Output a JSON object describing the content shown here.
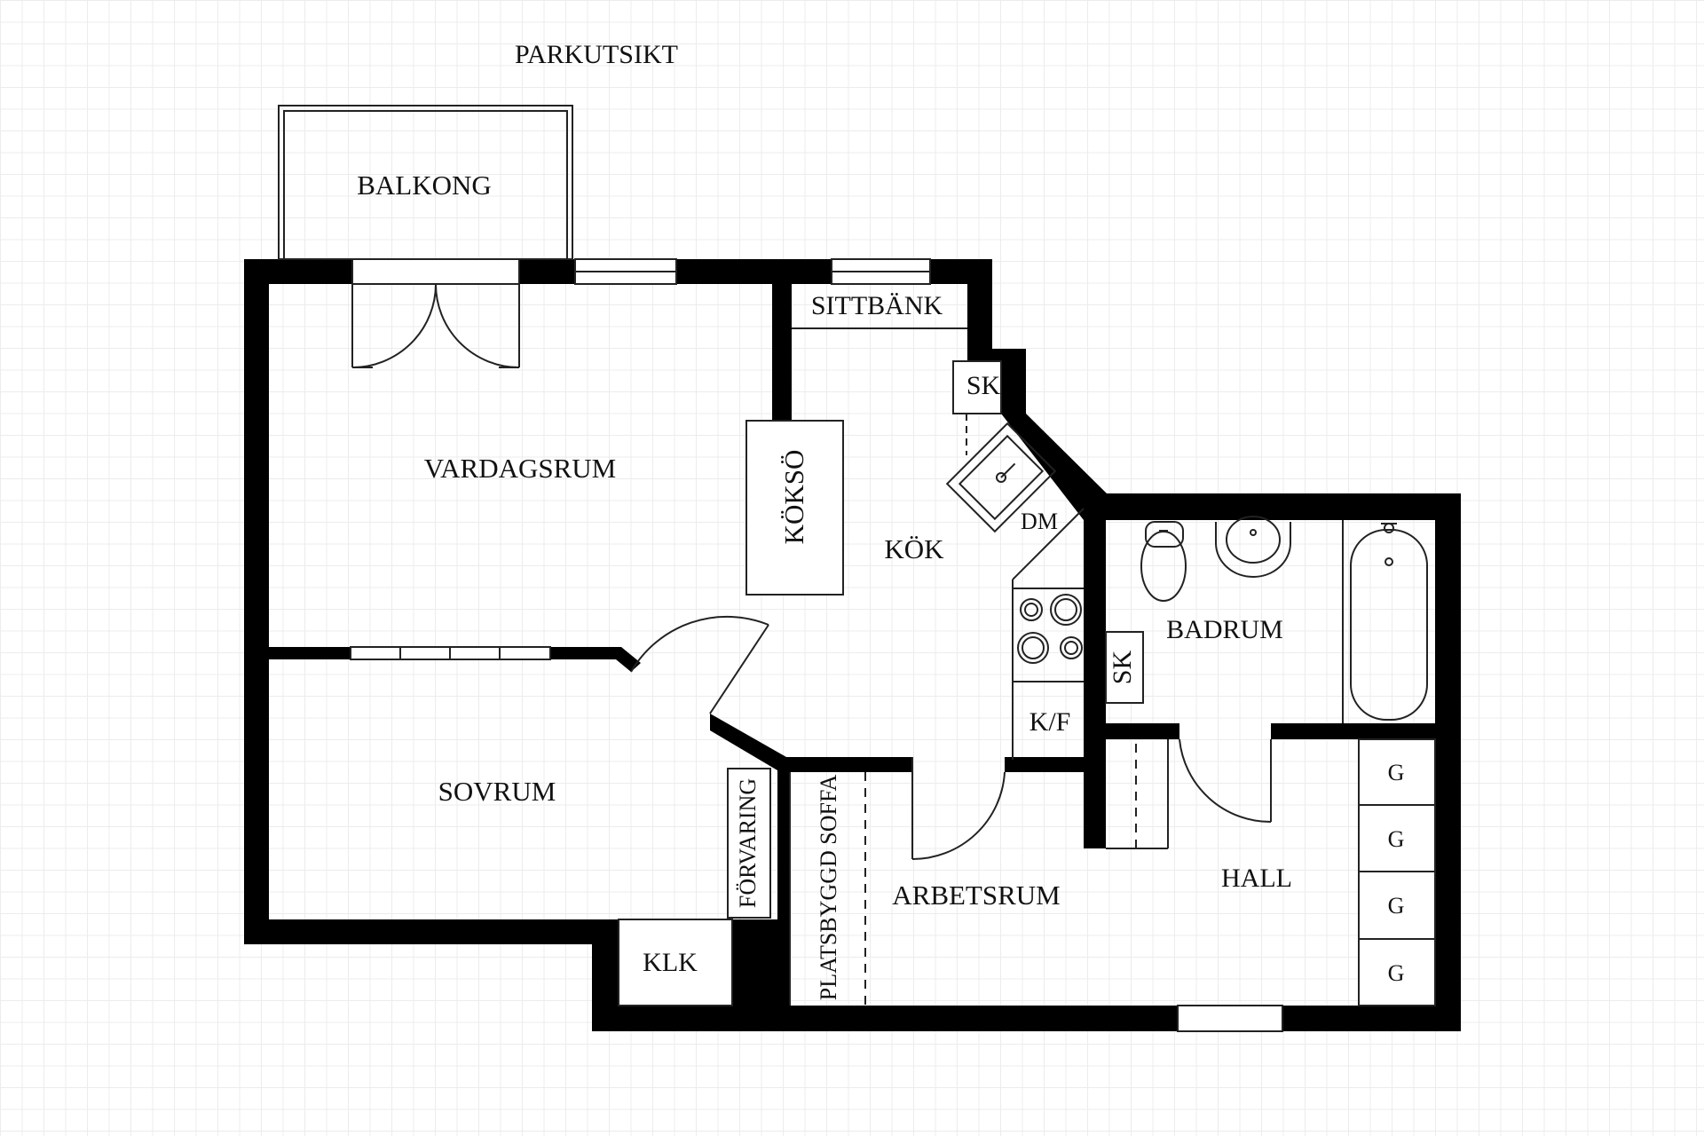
{
  "view_label": "PARKUTSIKT",
  "rooms": {
    "balcony": "BALKONG",
    "living_room": "VARDAGSRUM",
    "bench": "SITTBÄNK",
    "kitchen": "KÖK",
    "kitchen_island": "KÖKSÖ",
    "cabinet_kitchen": "SK",
    "dishwasher": "DM",
    "fridge_freezer": "K/F",
    "bathroom": "BADRUM",
    "cabinet_bathroom": "SK",
    "bedroom": "SOVRUM",
    "storage": "FÖRVARING",
    "closet": "KLK",
    "built_in_sofa": "PLATSBYGGD SOFFA",
    "study": "ARBETSRUM",
    "hall": "HALL",
    "wardrobes": [
      "G",
      "G",
      "G",
      "G"
    ]
  },
  "colors": {
    "wall": "#000000",
    "line": "#222222",
    "background": "#ffffff",
    "grid": "#ececec"
  }
}
